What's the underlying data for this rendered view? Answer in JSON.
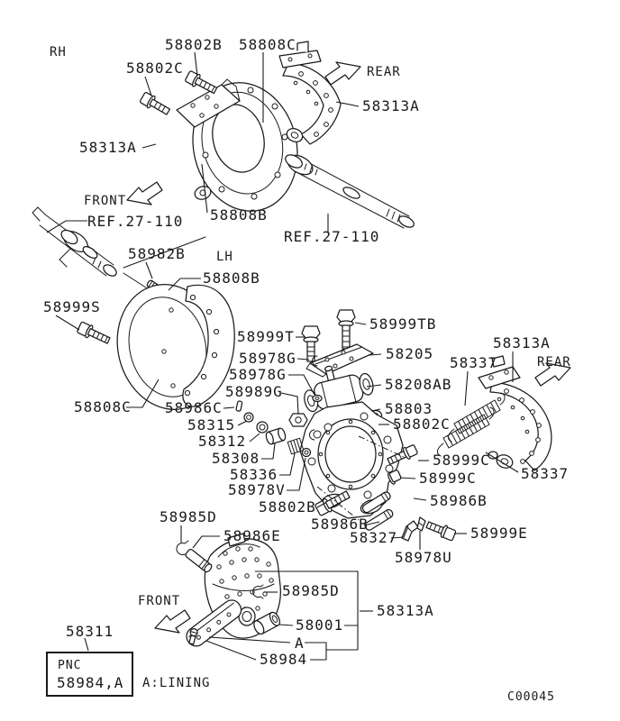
{
  "colors": {
    "ink": "#1a1a1a",
    "background": "#ffffff"
  },
  "annotations": {
    "rh": "RH",
    "lh": "LH",
    "front": "FRONT",
    "rear": "REAR",
    "axle_ref": "REF.27-110",
    "lining_note": "A:LINING",
    "drawing_code": "C00045"
  },
  "pnc_box": {
    "heading": "PNC",
    "value": "58984,A",
    "callout": "58311"
  },
  "callouts": [
    {
      "text": "58802B"
    },
    {
      "text": "58808C"
    },
    {
      "text": "58802C"
    },
    {
      "text": "58313A"
    },
    {
      "text": "58313A"
    },
    {
      "text": "58808B"
    },
    {
      "text": "58982B"
    },
    {
      "text": "58808B"
    },
    {
      "text": "58999S"
    },
    {
      "text": "58808C"
    },
    {
      "text": "58999T"
    },
    {
      "text": "58999TB"
    },
    {
      "text": "58978G"
    },
    {
      "text": "58205"
    },
    {
      "text": "58978G"
    },
    {
      "text": "58989G"
    },
    {
      "text": "58208AB"
    },
    {
      "text": "58986C"
    },
    {
      "text": "58803"
    },
    {
      "text": "58315"
    },
    {
      "text": "58802C"
    },
    {
      "text": "58312"
    },
    {
      "text": "58308"
    },
    {
      "text": "58336"
    },
    {
      "text": "58978V"
    },
    {
      "text": "58802B"
    },
    {
      "text": "58313A"
    },
    {
      "text": "58337"
    },
    {
      "text": "58999C"
    },
    {
      "text": "58999C"
    },
    {
      "text": "58986B"
    },
    {
      "text": "58986B"
    },
    {
      "text": "58337"
    },
    {
      "text": "58327"
    },
    {
      "text": "58999E"
    },
    {
      "text": "58978U"
    },
    {
      "text": "58985D"
    },
    {
      "text": "58986E"
    },
    {
      "text": "58985D"
    },
    {
      "text": "58001"
    },
    {
      "text": "58313A"
    },
    {
      "text": "A"
    },
    {
      "text": "58984"
    }
  ]
}
